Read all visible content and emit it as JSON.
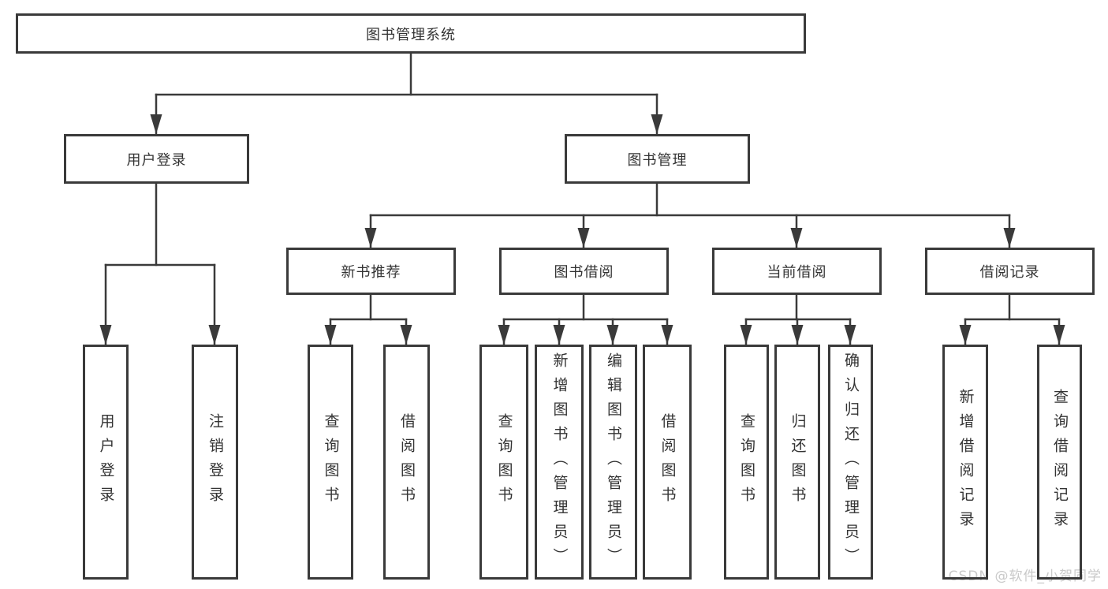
{
  "diagram": {
    "type": "tree",
    "root": {
      "label": "图书管理系统",
      "children": [
        {
          "label": "用户登录",
          "children": [
            {
              "label": "用户登录"
            },
            {
              "label": "注销登录"
            }
          ]
        },
        {
          "label": "图书管理",
          "children": [
            {
              "label": "新书推荐",
              "children": [
                {
                  "label": "查询图书"
                },
                {
                  "label": "借阅图书"
                }
              ]
            },
            {
              "label": "图书借阅",
              "children": [
                {
                  "label": "查询图书"
                },
                {
                  "label": "新增图书（管理员）"
                },
                {
                  "label": "编辑图书（管理员）"
                },
                {
                  "label": "借阅图书"
                }
              ]
            },
            {
              "label": "当前借阅",
              "children": [
                {
                  "label": "查询图书"
                },
                {
                  "label": "归还图书"
                },
                {
                  "label": "确认归还（管理员）"
                }
              ]
            },
            {
              "label": "借阅记录",
              "children": [
                {
                  "label": "新增借阅记录"
                },
                {
                  "label": "查询借阅记录"
                }
              ]
            }
          ]
        }
      ]
    }
  },
  "watermark": {
    "text": "CSDN @软件_小贺同学"
  },
  "colors": {
    "line": "#3a3a3a",
    "border": "#3a3a3a",
    "text": "#333333",
    "watermark": "#c9c9c9",
    "background": "#ffffff"
  }
}
